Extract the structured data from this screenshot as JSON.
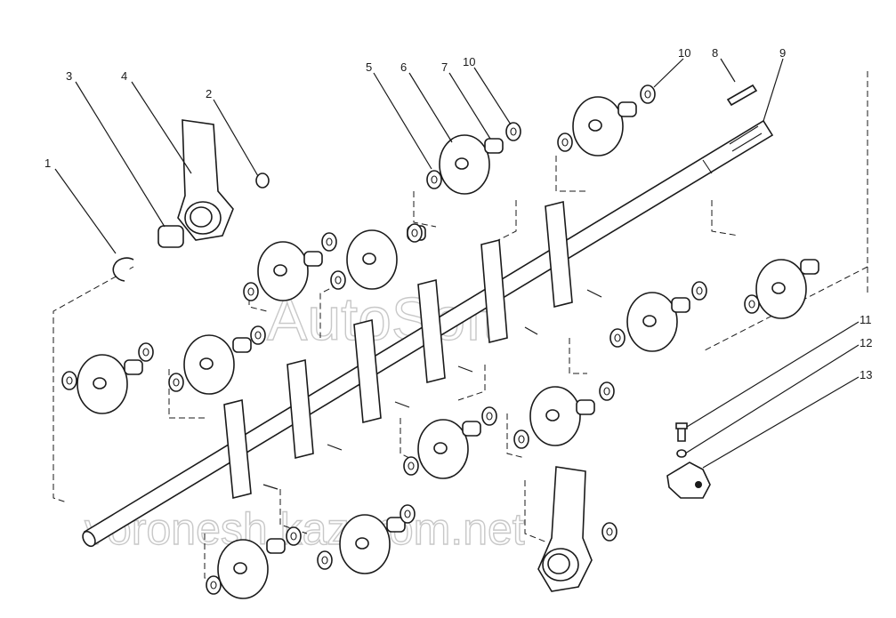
{
  "diagram": {
    "callouts": [
      "1",
      "2",
      "3",
      "4",
      "5",
      "6",
      "7",
      "10",
      "10",
      "8",
      "9",
      "11",
      "12",
      "13"
    ]
  },
  "watermarks": {
    "top": "AutoSoft",
    "bottom": "voronesh.kazprom.net"
  }
}
